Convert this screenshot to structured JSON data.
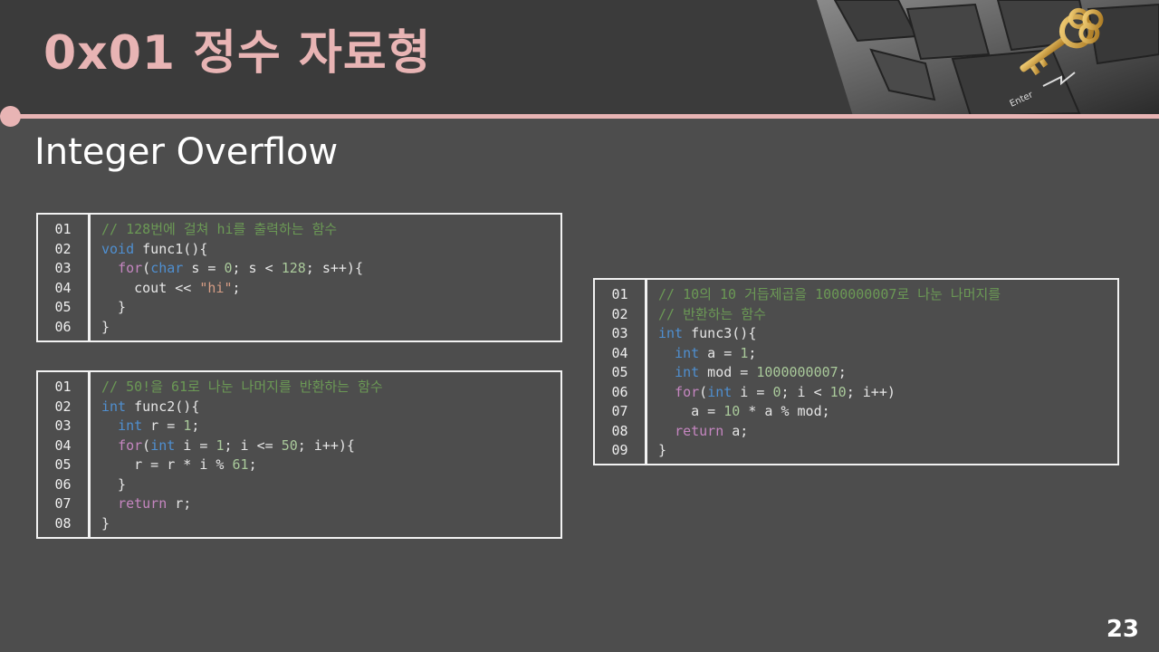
{
  "header": {
    "title": "0x01  정수 자료형",
    "image_alt": "keyboard-with-key-image"
  },
  "subtitle": "Integer Overflow",
  "page_number": "23",
  "colors": {
    "accent": "#e8b4b4",
    "background": "#4d4d4d",
    "header_bg": "#3b3b3b",
    "comment": "#6b9955",
    "keyword_type": "#4f8fd0",
    "keyword_control": "#c586c0",
    "number": "#a9c99a",
    "string": "#d69d85"
  },
  "code_blocks": [
    {
      "line_numbers": [
        "01",
        "02",
        "03",
        "04",
        "05",
        "06"
      ],
      "lines": [
        [
          {
            "t": "// 128",
            "c": "cm"
          },
          {
            "t": "번에 걸쳐 ",
            "c": "cm"
          },
          {
            "t": "hi",
            "c": "cm"
          },
          {
            "t": "를 출력하는 함수",
            "c": "cm"
          }
        ],
        [
          {
            "t": "void",
            "c": "kw"
          },
          {
            "t": " func1(){",
            "c": ""
          }
        ],
        [
          {
            "t": "  ",
            "c": ""
          },
          {
            "t": "for",
            "c": "kw2"
          },
          {
            "t": "(",
            "c": ""
          },
          {
            "t": "char",
            "c": "kw"
          },
          {
            "t": " s = ",
            "c": ""
          },
          {
            "t": "0",
            "c": "num"
          },
          {
            "t": "; s < ",
            "c": ""
          },
          {
            "t": "128",
            "c": "num"
          },
          {
            "t": "; s++){",
            "c": ""
          }
        ],
        [
          {
            "t": "    cout << ",
            "c": ""
          },
          {
            "t": "\"hi\"",
            "c": "str"
          },
          {
            "t": ";",
            "c": ""
          }
        ],
        [
          {
            "t": "  }",
            "c": ""
          }
        ],
        [
          {
            "t": "}",
            "c": ""
          }
        ]
      ]
    },
    {
      "line_numbers": [
        "01",
        "02",
        "03",
        "04",
        "05",
        "06",
        "07",
        "08"
      ],
      "lines": [
        [
          {
            "t": "// 50!",
            "c": "cm"
          },
          {
            "t": "을 ",
            "c": "cm"
          },
          {
            "t": "61",
            "c": "cm"
          },
          {
            "t": "로 나눈 나머지를 반환하는 함수",
            "c": "cm"
          }
        ],
        [
          {
            "t": "int",
            "c": "kw"
          },
          {
            "t": " func2(){",
            "c": ""
          }
        ],
        [
          {
            "t": "  ",
            "c": ""
          },
          {
            "t": "int",
            "c": "kw"
          },
          {
            "t": " r = ",
            "c": ""
          },
          {
            "t": "1",
            "c": "num"
          },
          {
            "t": ";",
            "c": ""
          }
        ],
        [
          {
            "t": "  ",
            "c": ""
          },
          {
            "t": "for",
            "c": "kw2"
          },
          {
            "t": "(",
            "c": ""
          },
          {
            "t": "int",
            "c": "kw"
          },
          {
            "t": " i = ",
            "c": ""
          },
          {
            "t": "1",
            "c": "num"
          },
          {
            "t": "; i <= ",
            "c": ""
          },
          {
            "t": "50",
            "c": "num"
          },
          {
            "t": "; i++){",
            "c": ""
          }
        ],
        [
          {
            "t": "    r = r * i % ",
            "c": ""
          },
          {
            "t": "61",
            "c": "num"
          },
          {
            "t": ";",
            "c": ""
          }
        ],
        [
          {
            "t": "  }",
            "c": ""
          }
        ],
        [
          {
            "t": "  ",
            "c": ""
          },
          {
            "t": "return",
            "c": "kw2"
          },
          {
            "t": " r;",
            "c": ""
          }
        ],
        [
          {
            "t": "}",
            "c": ""
          }
        ]
      ]
    },
    {
      "line_numbers": [
        "01",
        "02",
        "03",
        "04",
        "05",
        "06",
        "07",
        "08",
        "09"
      ],
      "lines": [
        [
          {
            "t": "// 10",
            "c": "cm"
          },
          {
            "t": "의 ",
            "c": "cm"
          },
          {
            "t": "10",
            "c": "cm"
          },
          {
            "t": " 거듭제곱을 ",
            "c": "cm"
          },
          {
            "t": "1000000007",
            "c": "cm"
          },
          {
            "t": "로 나눈 나머지를",
            "c": "cm"
          }
        ],
        [
          {
            "t": "// 반환하는 함수",
            "c": "cm"
          }
        ],
        [
          {
            "t": "int",
            "c": "kw"
          },
          {
            "t": " func3(){",
            "c": ""
          }
        ],
        [
          {
            "t": "  ",
            "c": ""
          },
          {
            "t": "int",
            "c": "kw"
          },
          {
            "t": " a = ",
            "c": ""
          },
          {
            "t": "1",
            "c": "num"
          },
          {
            "t": ";",
            "c": ""
          }
        ],
        [
          {
            "t": "  ",
            "c": ""
          },
          {
            "t": "int",
            "c": "kw"
          },
          {
            "t": " mod = ",
            "c": ""
          },
          {
            "t": "1000000007",
            "c": "num"
          },
          {
            "t": ";",
            "c": ""
          }
        ],
        [
          {
            "t": "  ",
            "c": ""
          },
          {
            "t": "for",
            "c": "kw2"
          },
          {
            "t": "(",
            "c": ""
          },
          {
            "t": "int",
            "c": "kw"
          },
          {
            "t": " i = ",
            "c": ""
          },
          {
            "t": "0",
            "c": "num"
          },
          {
            "t": "; i < ",
            "c": ""
          },
          {
            "t": "10",
            "c": "num"
          },
          {
            "t": "; i++)",
            "c": ""
          }
        ],
        [
          {
            "t": "    a = ",
            "c": ""
          },
          {
            "t": "10",
            "c": "num"
          },
          {
            "t": " * a % mod;",
            "c": ""
          }
        ],
        [
          {
            "t": "  ",
            "c": ""
          },
          {
            "t": "return",
            "c": "kw2"
          },
          {
            "t": " a;",
            "c": ""
          }
        ],
        [
          {
            "t": "}",
            "c": ""
          }
        ]
      ]
    }
  ]
}
